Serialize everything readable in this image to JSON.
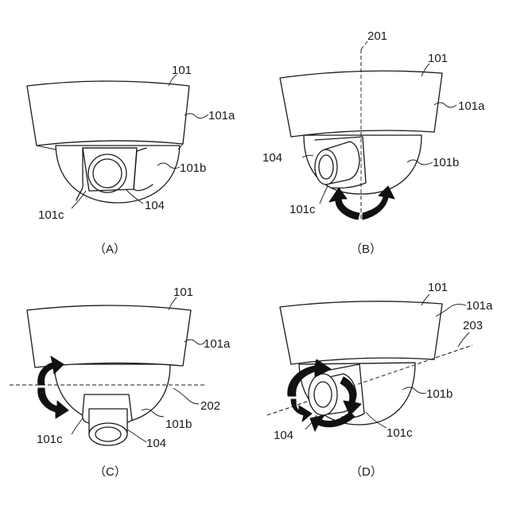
{
  "panels": [
    {
      "id": "A",
      "caption": "（A）",
      "labels": {
        "housing": "101",
        "cover": "101a",
        "dome": "101b",
        "base": "101c",
        "lens": "104"
      }
    },
    {
      "id": "B",
      "caption": "（B）",
      "labels": {
        "axis": "201",
        "housing": "101",
        "cover": "101a",
        "dome": "101b",
        "base": "101c",
        "lens": "104"
      }
    },
    {
      "id": "C",
      "caption": "（C）",
      "labels": {
        "housing": "101",
        "cover": "101a",
        "axis": "202",
        "dome": "101b",
        "base": "101c",
        "lens": "104"
      }
    },
    {
      "id": "D",
      "caption": "（D）",
      "labels": {
        "housing": "101",
        "cover": "101a",
        "axis": "203",
        "dome": "101b",
        "base": "101c",
        "lens": "104"
      }
    }
  ]
}
